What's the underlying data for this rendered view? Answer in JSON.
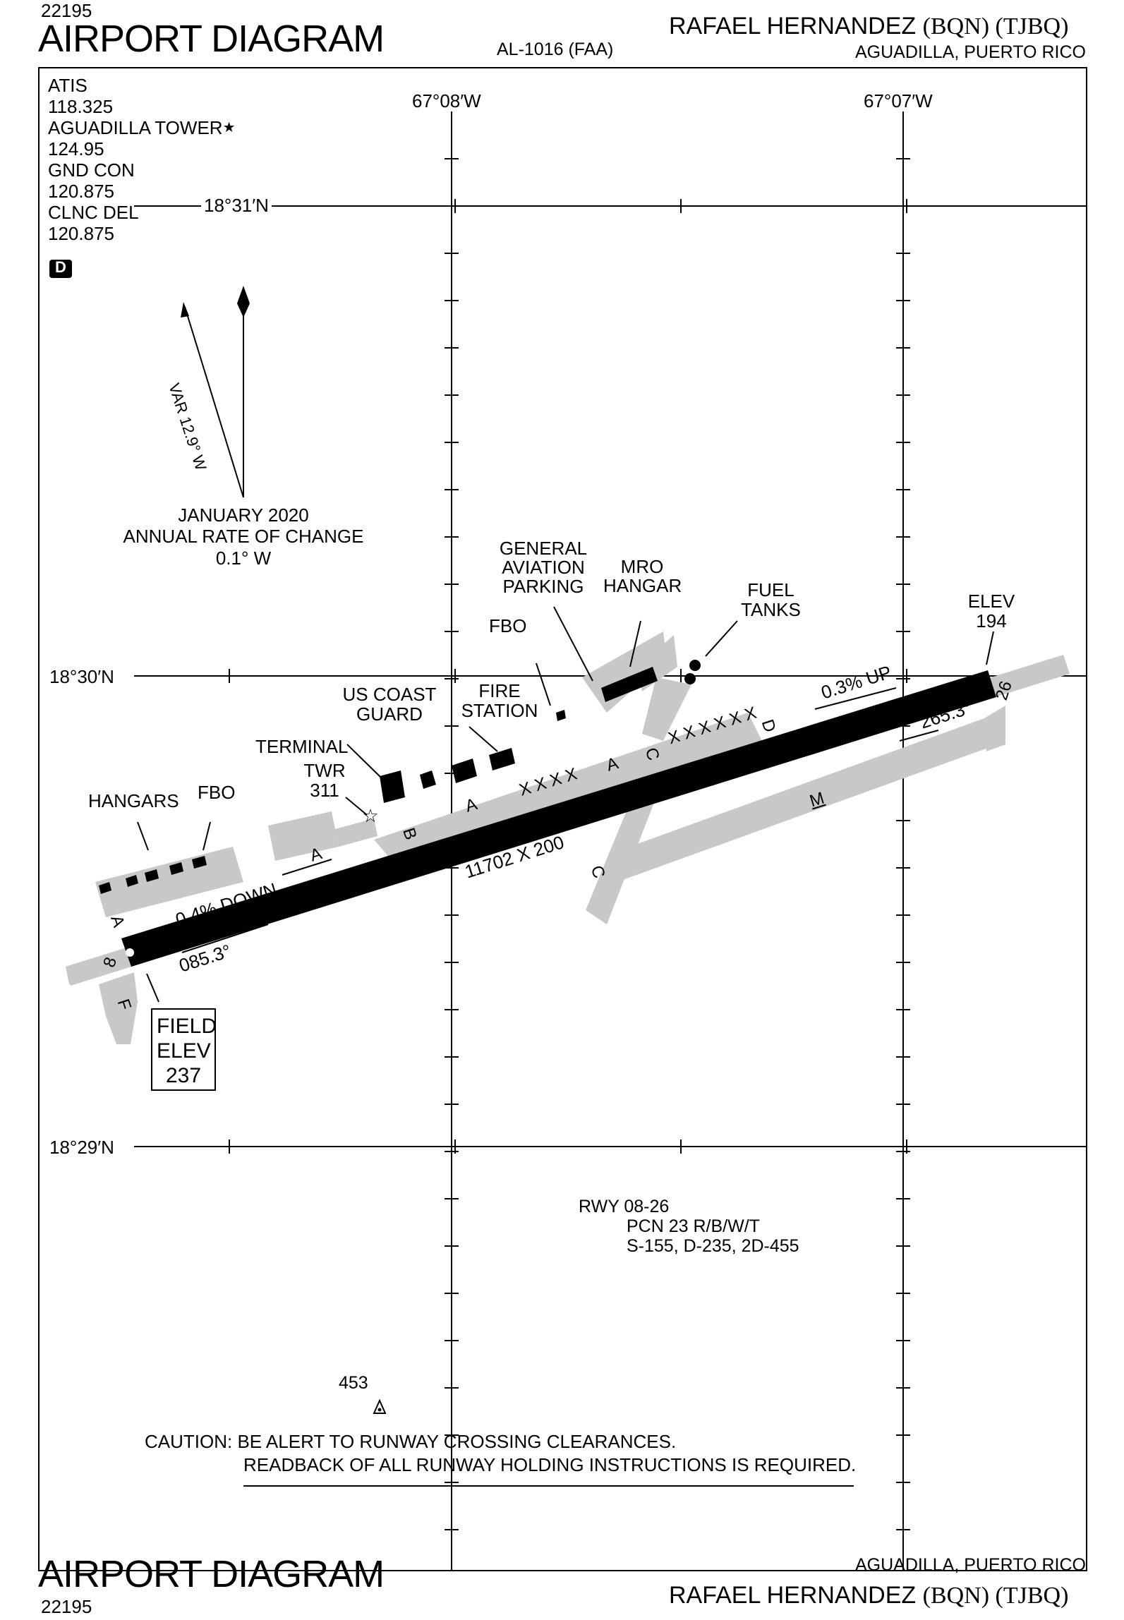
{
  "header": {
    "volume_number_top": "22195",
    "title_top": "AIRPORT DIAGRAM",
    "chart_code": "AL-1016 (FAA)",
    "airport_name": "RAFAEL HERNANDEZ",
    "airport_ids": "(BQN) (TJBQ)",
    "location_top": "AGUADILLA, PUERTO RICO"
  },
  "footer": {
    "title_bottom": "AIRPORT DIAGRAM",
    "volume_number_bottom": "22195",
    "location_bottom": "AGUADILLA, PUERTO RICO",
    "airport_name": "RAFAEL HERNANDEZ",
    "airport_ids": "(BQN) (TJBQ)"
  },
  "frequencies": [
    {
      "name": "ATIS",
      "value": "118.325"
    },
    {
      "name": "AGUADILLA TOWER",
      "value": "124.95"
    },
    {
      "name": "GND CON",
      "value": "120.875"
    },
    {
      "name": "CLNC DEL",
      "value": "120.875"
    }
  ],
  "tower_star": "★",
  "d_box": "D",
  "coordinates": {
    "lon_west": "67°08′W",
    "lon_east": "67°07′W",
    "lat_top": "18°31′N",
    "lat_mid": "18°30′N",
    "lat_bottom": "18°29′N"
  },
  "magnetic": {
    "variation": "VAR 12.9° W",
    "date": "JANUARY 2020",
    "rate_label": "ANNUAL RATE OF CHANGE",
    "rate_value": "0.1° W"
  },
  "runway": {
    "dimensions": "11702 X 200",
    "end_08": "8",
    "end_26": "26",
    "heading_08": "085.3°",
    "heading_26": "265.3°",
    "slope_08": "0.4% DOWN",
    "slope_26": "0.3% UP",
    "field_elev_label_1": "FIELD",
    "field_elev_label_2": "ELEV",
    "field_elev_value": "237",
    "elev_26_label": "ELEV",
    "elev_26_value": "194",
    "rwy_info_1": "RWY 08-26",
    "rwy_info_2": "PCN 23 R/B/W/T",
    "rwy_info_3": "S-155, D-235, 2D-455"
  },
  "labels": {
    "general_aviation_1": "GENERAL",
    "general_aviation_2": "AVIATION",
    "general_aviation_3": "PARKING",
    "mro_1": "MRO",
    "mro_2": "HANGAR",
    "fuel_1": "FUEL",
    "fuel_2": "TANKS",
    "fbo_top": "FBO",
    "fire_1": "FIRE",
    "fire_2": "STATION",
    "coast_1": "US COAST",
    "coast_2": "GUARD",
    "terminal": "TERMINAL",
    "twr": "TWR",
    "twr_elev": "311",
    "hangars": "HANGARS",
    "fbo_left": "FBO",
    "obstacle_elev": "453"
  },
  "taxiways": {
    "a": "A",
    "b": "B",
    "c": "C",
    "d": "D",
    "f": "F",
    "m": "M",
    "hotspot_x_1": "X X X X",
    "hotspot_x_2": "X X X X X X"
  },
  "caution": {
    "line1": "CAUTION: BE ALERT TO RUNWAY CROSSING CLEARANCES.",
    "line2": "READBACK OF ALL RUNWAY HOLDING INSTRUCTIONS IS REQUIRED."
  },
  "colors": {
    "taxiway_gray": "#c8c8c8",
    "runway_black": "#000000",
    "border": "#000000"
  }
}
